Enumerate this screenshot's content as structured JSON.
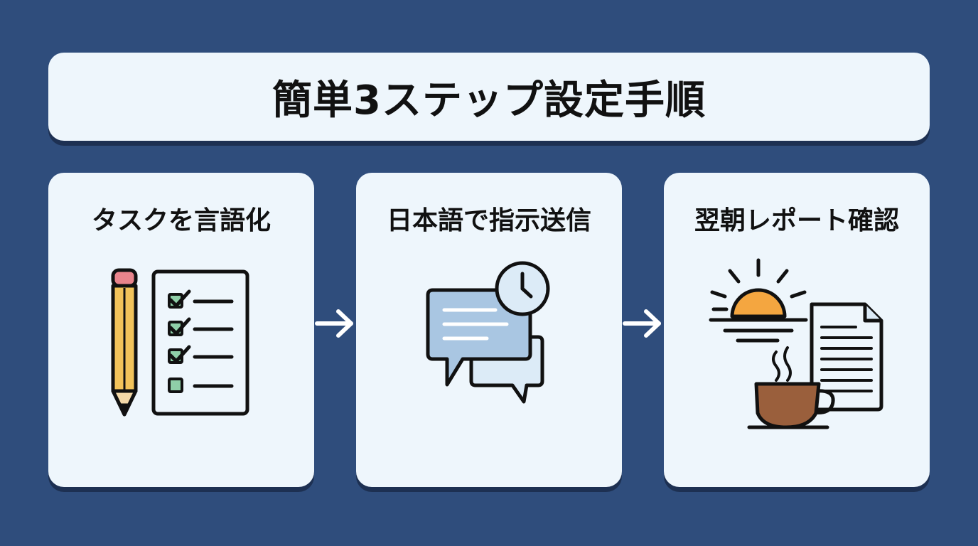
{
  "title": "簡単3ステップ設定手順",
  "steps": [
    {
      "label": "タスクを言語化",
      "icon": "pencil-checklist-icon"
    },
    {
      "label": "日本語で指示送信",
      "icon": "chat-clock-icon"
    },
    {
      "label": "翌朝レポート確認",
      "icon": "sunrise-report-coffee-icon"
    }
  ],
  "colors": {
    "background": "#2f4d7c",
    "card": "#eef6fc",
    "outline": "#111111",
    "check_green": "#8fcfa8",
    "pencil_yellow": "#f2c35a",
    "eraser_pink": "#e9848c",
    "bubble_blue": "#a9c6e2",
    "sun_orange": "#f4a640",
    "coffee_brown": "#9a5f3c"
  }
}
